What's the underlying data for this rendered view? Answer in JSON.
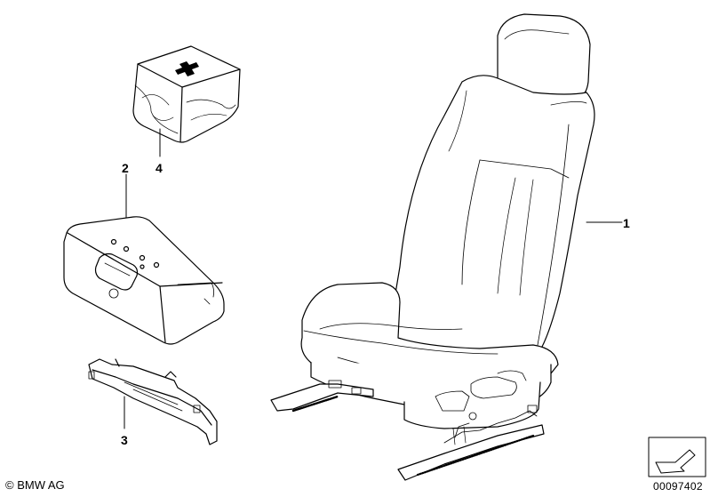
{
  "callouts": {
    "seat": "1",
    "warning_triangle": "2",
    "bracket": "3",
    "first_aid_kit": "4"
  },
  "footer": {
    "copyright_symbol": "©",
    "copyright_text": "BMW AG",
    "diagram_number": "00097402"
  },
  "colors": {
    "line": "#000000",
    "background": "#ffffff"
  }
}
